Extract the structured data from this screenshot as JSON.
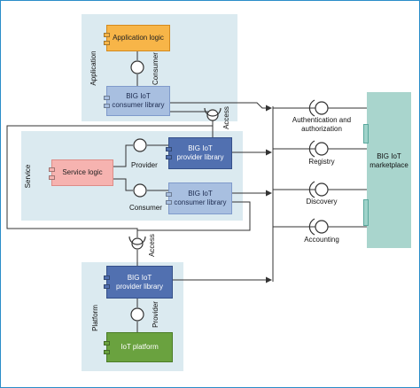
{
  "colors": {
    "frame": "#2a8dc9",
    "zone_fill": "#dbeaf0",
    "application_logic": "#f7b548",
    "big_iot_consumer_library": "#a8bfe0",
    "big_iot_provider_library": "#5170b0",
    "service_logic": "#f6b3b0",
    "iot_platform": "#6aa23f",
    "marketplace": "#a9d5cd",
    "connector": "#333333"
  },
  "zones": {
    "application": {
      "label": "Application"
    },
    "service": {
      "label": "Service"
    },
    "platform": {
      "label": "Platform"
    }
  },
  "components": {
    "application_logic": {
      "label": "Application logic"
    },
    "app_consumer_library": {
      "label": "BIG IoT\nconsumer library"
    },
    "service_logic": {
      "label": "Service logic"
    },
    "service_provider_library": {
      "label": "BIG IoT\nprovider library"
    },
    "service_consumer_library": {
      "label": "BIG IoT\nconsumer library"
    },
    "platform_provider_library": {
      "label": "BIG IoT\nprovider library"
    },
    "iot_platform": {
      "label": "IoT platform"
    },
    "marketplace": {
      "label": "BIG IoT\nmarketplace"
    }
  },
  "interface_labels": {
    "consumer_app": "Consumer",
    "access_app": "Access",
    "provider_service": "Provider",
    "consumer_service": "Consumer",
    "access_platform": "Access",
    "provider_platform": "Provider"
  },
  "marketplace_interfaces": [
    {
      "label": "Authentication and\nauthorization"
    },
    {
      "label": "Registry"
    },
    {
      "label": "Discovery"
    },
    {
      "label": "Accounting"
    }
  ]
}
